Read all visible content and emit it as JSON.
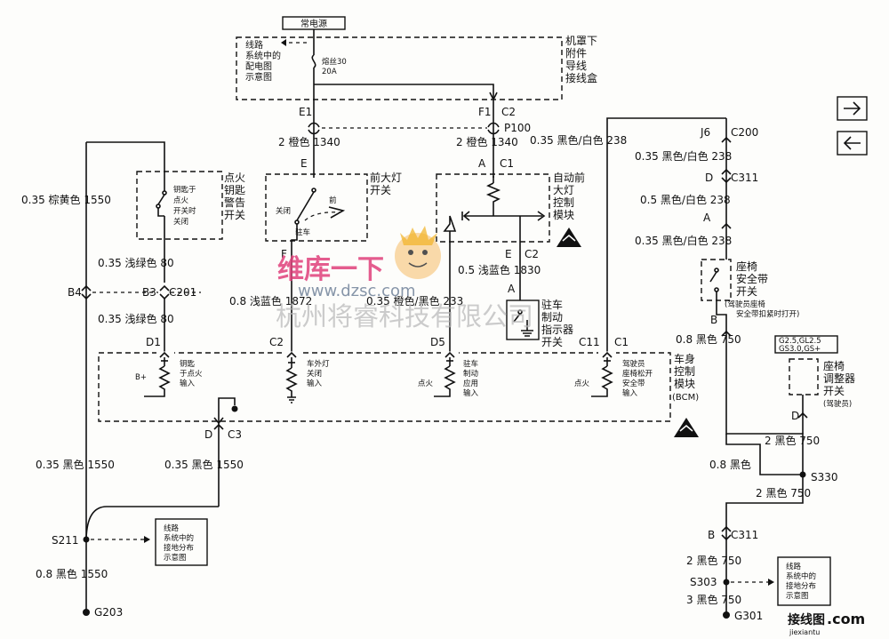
{
  "power": {
    "constant": "常电源",
    "distribution": [
      "线路",
      "系统中的",
      "配电图",
      "示意图"
    ],
    "fuse": "熔丝30",
    "fuse_rating": "20A",
    "underhood_box": [
      "机罩下",
      "附件",
      "导线",
      "接线盒"
    ]
  },
  "connectors": {
    "e1": "E1",
    "f1": "F1",
    "c2_top": "C2",
    "p100": "P100",
    "j6": "J6",
    "c200": "C200",
    "e_hl": "E",
    "f_hl": "F",
    "a_c1": "A",
    "c1_auto": "C1",
    "d_c311": "D",
    "c311": "C311",
    "a_seat": "A",
    "e_c2": "E",
    "c2_auto": "C2",
    "a_park": "A",
    "b_seat": "B",
    "b4": "B4",
    "b3": "B3",
    "c201": "C201",
    "d1": "D1",
    "c2_bcm": "C2",
    "d5": "D5",
    "c11": "C11",
    "c1_bcm": "C1",
    "d_c3": "D",
    "c3": "C3",
    "d_adj": "D",
    "s330": "S330",
    "b_c311": "B",
    "c311_low": "C311",
    "s303": "S303",
    "g301": "G301",
    "s211": "S211",
    "g203": "G203"
  },
  "wires": {
    "w_e1": "2  橙色  1340",
    "w_f1": "2  橙色  1340",
    "w_238a": "0.35  黑色/白色  238",
    "w_238b": "0.35  黑色/白色  238",
    "w_238c": "0.5  黑色/白色  238",
    "w_238d": "0.35  黑色/白色  238",
    "w_1550a": "0.35  棕黄色   1550",
    "w_80a": "0.35  浅绿色  80",
    "w_80b": "0.35  浅绿色  80",
    "w_1830": "0.5  浅蓝色  1830",
    "w_1872": "0.8  浅蓝色  1872",
    "w_233": "0.35  橙色/黑色  233",
    "w_750a": "0.8  黑色  750",
    "w_750b": "2  黑色  750",
    "w_750c": "0.8  黑色",
    "w_750d": "2  黑色  750",
    "w_750e": "2  黑色  750",
    "w_750f": "3  黑色  750",
    "w_1550b": "0.35  黑色  1550",
    "w_1550c": "0.35  黑色  1550",
    "w_1550d": "0.8  黑色  1550"
  },
  "components": {
    "ign_key_switch": [
      "点火",
      "钥匙",
      "警告",
      "开关"
    ],
    "key_contact": [
      "钥匙于",
      "点火",
      "开关时",
      "关闭"
    ],
    "headlamp_switch": [
      "前大灯",
      "开关"
    ],
    "hl_off": "关闭",
    "hl_front": "前",
    "hl_park": "驻车",
    "auto_headlamp": [
      "自动前",
      "大灯",
      "控制",
      "模块"
    ],
    "park_brake_switch": [
      "驻车",
      "制动",
      "指示器",
      "开关"
    ],
    "seatbelt_switch": [
      "座椅",
      "安全带",
      "开关"
    ],
    "seatbelt_note": [
      "(驾驶员座椅",
      "安全带扣紧时打开)"
    ],
    "seat_adjuster": [
      "座椅",
      "调整器",
      "开关"
    ],
    "seat_adjuster_note": "(驾驶员)",
    "option_code": [
      "G2.5,GL2.5",
      "GS3.0,GS+"
    ],
    "bcm": [
      "车身",
      "控制",
      "模块",
      "(BCM)"
    ],
    "bcm_in1": [
      "钥匙",
      "于点火",
      "输入"
    ],
    "bcm_b_plus": "B+",
    "bcm_in2": [
      "车外灯",
      "关闭",
      "输入"
    ],
    "bcm_in3": [
      "驻车",
      "制动",
      "应用",
      "输入"
    ],
    "bcm_in4": [
      "驾驶员",
      "座椅松开",
      "安全带",
      "输入"
    ],
    "ign": "点火",
    "ground_dist": [
      "线路",
      "系统中的",
      "接地分布",
      "示意图"
    ]
  },
  "watermarks": {
    "brand": "维库一下",
    "url": "www.dzsc.com",
    "company": "杭州将睿科技有限公司",
    "site": "接线图",
    "site_dom": ".com",
    "site_sub": "jiexiantu"
  }
}
